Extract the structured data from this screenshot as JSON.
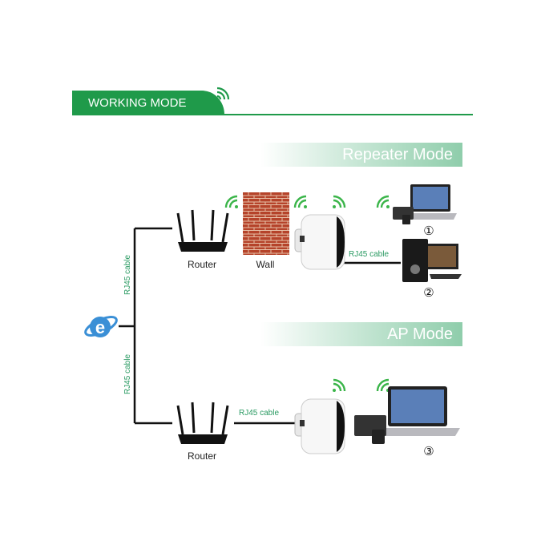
{
  "header": {
    "title": "WORKING MODE"
  },
  "repeater": {
    "title": "Repeater Mode",
    "router_label": "Router",
    "wall_label": "Wall",
    "cable_label": "RJ45 cable",
    "device1_number": "①",
    "device2_number": "②"
  },
  "ap": {
    "title": "AP Mode",
    "router_label": "Router",
    "cable_label": "RJ45 cable",
    "device_number": "③"
  },
  "trunk": {
    "cable_label_top": "RJ45 cable",
    "cable_label_bottom": "RJ45 cable"
  },
  "colors": {
    "brand_green": "#1f9a4a",
    "wifi_green": "#3bb54a",
    "cable_text": "#2a9a62"
  }
}
